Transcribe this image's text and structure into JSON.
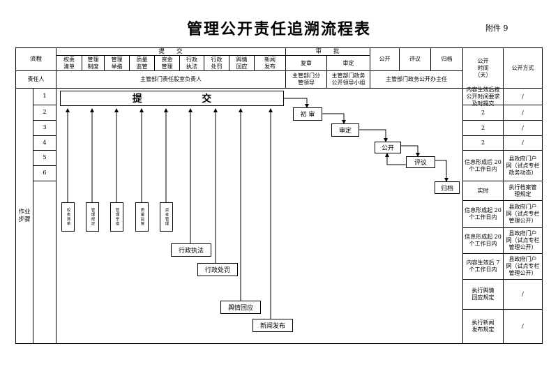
{
  "title": "管理公开责任追溯流程表",
  "annex": "附件 9",
  "header": {
    "flow": "流程",
    "submit_group": "提　　交",
    "approve_group": "审　　批",
    "cols": [
      "权责\n清单",
      "管理\n制度",
      "管理\n举措",
      "质量\n监管",
      "资金\n管理",
      "行政\n执法",
      "行政\n处罚",
      "舆情\n回应",
      "新闻\n发布"
    ],
    "review1": "复审",
    "review2": "审定",
    "publish": "公开",
    "evaluate": "评议",
    "archive": "归档",
    "public_time": "公开\n时间\n（天）",
    "public_method": "公开方式"
  },
  "responsible": {
    "label": "责任人",
    "submit": "主管部门责任股室负责人",
    "review1": "主管部门分\n管领导",
    "review2": "主管部门政务\n公开领导小组",
    "public": "主管部门政务公开办主任"
  },
  "steps": {
    "label": "作业\n步骤",
    "numbers": [
      "1",
      "2",
      "3",
      "4",
      "5",
      "6"
    ]
  },
  "flow": {
    "submit": [
      "提",
      "交"
    ],
    "initial_review": "初 审",
    "review": "审定",
    "publish": "公开",
    "evaluate": "评议",
    "archive": "归档",
    "vertical_boxes": [
      "权责清单",
      "管理规定",
      "管理举措",
      "质量监管",
      "资金管理"
    ],
    "law_enforcement": "行政执法",
    "penalty": "行政处罚",
    "opinion": "舆情回应",
    "news": "新闻发布"
  },
  "right_table": [
    {
      "time": "内容生效后按\n公开时间要求\n及时提交",
      "method": "/"
    },
    {
      "time": "2",
      "method": "/"
    },
    {
      "time": "2",
      "method": "/"
    },
    {
      "time": "2",
      "method": "/"
    },
    {
      "time": "信息形成后 20\n个工作日内",
      "method": "县政府门户\n网（试点专栏\n政务动态）"
    },
    {
      "time": "实时",
      "method": "执行档案管\n理规定"
    },
    {
      "time": "信息形成起 20\n个工作日内",
      "method": "县政府门户\n网（试点专栏\n管理公开）"
    },
    {
      "time": "信息形成起 20\n个工作日内",
      "method": "县政府门户\n网（试点专栏\n管理公开）"
    },
    {
      "time": "内容生效后 7\n个工作日内",
      "method": "县政府门户\n网（试点专栏\n管理公开）"
    },
    {
      "time": "执行舆情\n回应规定",
      "method": "/"
    },
    {
      "time": "执行新闻\n发布规定",
      "method": "/"
    }
  ]
}
